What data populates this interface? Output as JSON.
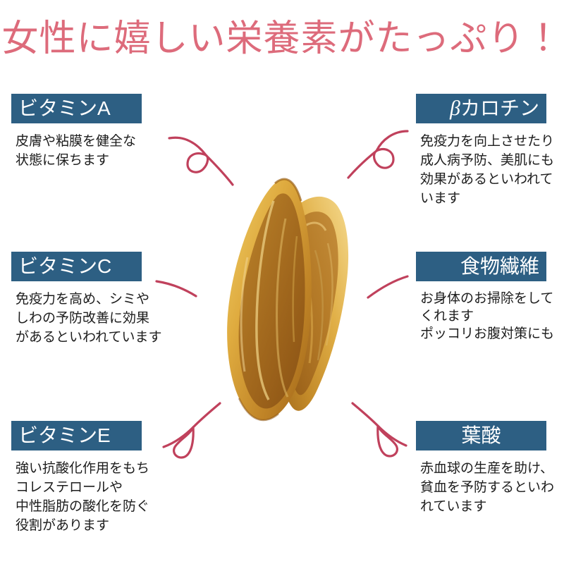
{
  "page": {
    "title": "女性に嬉しい栄養素がたっぷり！",
    "background_color": "#ffffff",
    "title_color": "#dd6b7b",
    "badge_color": "#2d5f83",
    "badge_text_color": "#ffffff",
    "body_text_color": "#1d1d1d",
    "doodle_color": "#c0415c"
  },
  "nutrients": {
    "vitamin_a": {
      "label": "ビタミンA",
      "lines": [
        "皮膚や粘膜を健全な",
        "状態に保ちます"
      ],
      "line1": "皮膚や粘膜を健全な",
      "line2": "状態に保ちます"
    },
    "beta_carotene": {
      "label_prefix": "β",
      "label_rest": "カロチン",
      "label": "βカロチン",
      "line1": "免疫力を向上させたり",
      "line2": "成人病予防、美肌にも",
      "line3": "効果があるといわれて",
      "line4": "います"
    },
    "vitamin_c": {
      "label": "ビタミンC",
      "line1": "免疫力を高め、シミや",
      "line2": "しわの予防改善に効果",
      "line3": "があるといわれています"
    },
    "dietary_fiber": {
      "label": "食物繊維",
      "line1": "お身体のお掃除をして",
      "line2": "くれます",
      "line3": "ポッコリお腹対策にも"
    },
    "vitamin_e": {
      "label": "ビタミンE",
      "line1": "強い抗酸化作用をもち",
      "line2": "コレステロールや",
      "line3": "中性脂肪の酸化を防ぐ",
      "line4": "役割があります"
    },
    "folic_acid": {
      "label": "葉酸",
      "line1": "赤血球の生産を助け、",
      "line2": "貧血を予防するといわ",
      "line3": "れています"
    }
  },
  "photo": {
    "subject": "dried-fruit-slices",
    "colors": {
      "light": "#efc552",
      "mid": "#d9a43b",
      "deep": "#b9761f",
      "shadow": "#8d5314",
      "pale": "#f6dc92"
    }
  }
}
